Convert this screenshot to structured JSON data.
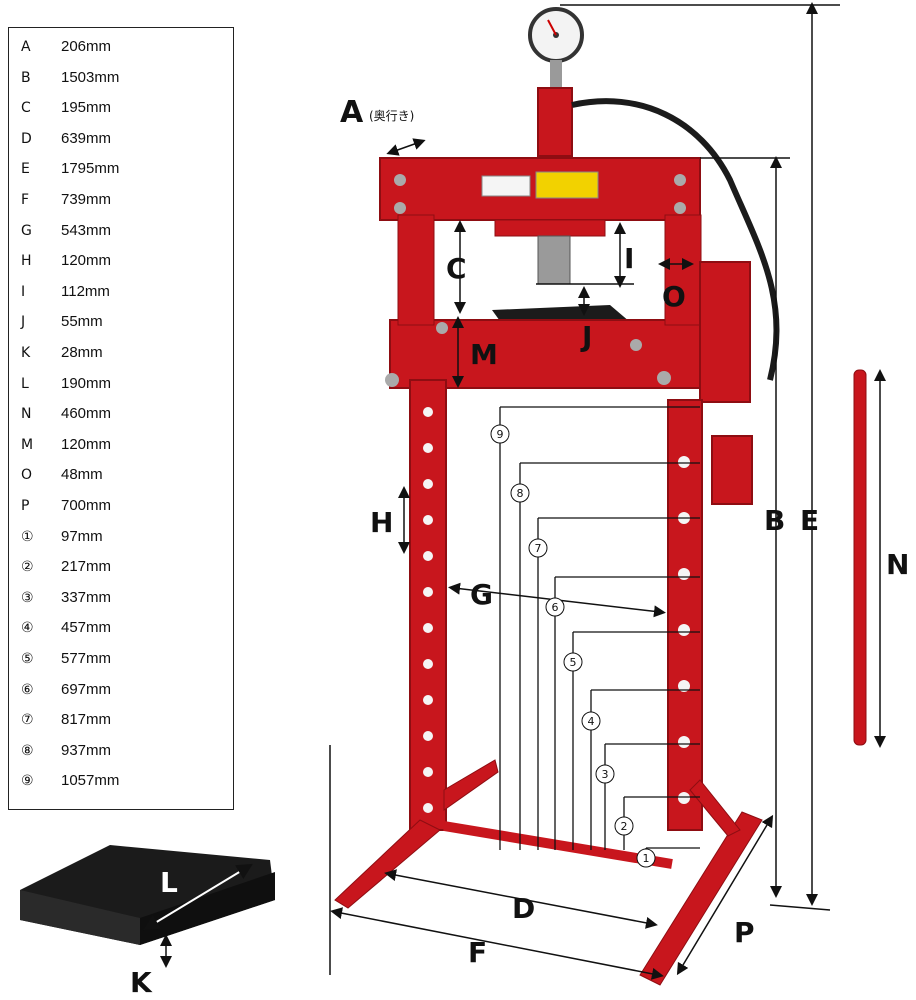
{
  "specs": [
    {
      "key": "A",
      "value": "206mm"
    },
    {
      "key": "B",
      "value": "1503mm"
    },
    {
      "key": "C",
      "value": "195mm"
    },
    {
      "key": "D",
      "value": "639mm"
    },
    {
      "key": "E",
      "value": "1795mm"
    },
    {
      "key": "F",
      "value": "739mm"
    },
    {
      "key": "G",
      "value": "543mm"
    },
    {
      "key": "H",
      "value": "120mm"
    },
    {
      "key": "I",
      "value": "112mm"
    },
    {
      "key": "J",
      "value": "55mm"
    },
    {
      "key": "K",
      "value": "28mm"
    },
    {
      "key": "L",
      "value": "190mm"
    },
    {
      "key": "N",
      "value": "460mm"
    },
    {
      "key": "M",
      "value": "120mm"
    },
    {
      "key": "O",
      "value": "48mm"
    },
    {
      "key": "P",
      "value": "700mm"
    },
    {
      "key": "①",
      "value": "97mm"
    },
    {
      "key": "②",
      "value": "217mm"
    },
    {
      "key": "③",
      "value": "337mm"
    },
    {
      "key": "④",
      "value": "457mm"
    },
    {
      "key": "⑤",
      "value": "577mm"
    },
    {
      "key": "⑥",
      "value": "697mm"
    },
    {
      "key": "⑦",
      "value": "817mm"
    },
    {
      "key": "⑧",
      "value": "937mm"
    },
    {
      "key": "⑨",
      "value": "1057mm"
    }
  ],
  "labels": {
    "a": "A",
    "a_note": "(奥行き)",
    "b": "B",
    "c": "C",
    "d": "D",
    "e": "E",
    "f": "F",
    "g": "G",
    "h": "H",
    "i": "I",
    "j": "J",
    "k": "K",
    "l": "L",
    "m": "M",
    "n": "N",
    "o": "O",
    "p": "P"
  },
  "positions": [
    "1",
    "2",
    "3",
    "4",
    "5",
    "6",
    "7",
    "8",
    "9"
  ],
  "colors": {
    "frame": "#c8161d",
    "frame_dark": "#8e0d12",
    "plate": "#1b1b1b",
    "line": "#111111"
  }
}
